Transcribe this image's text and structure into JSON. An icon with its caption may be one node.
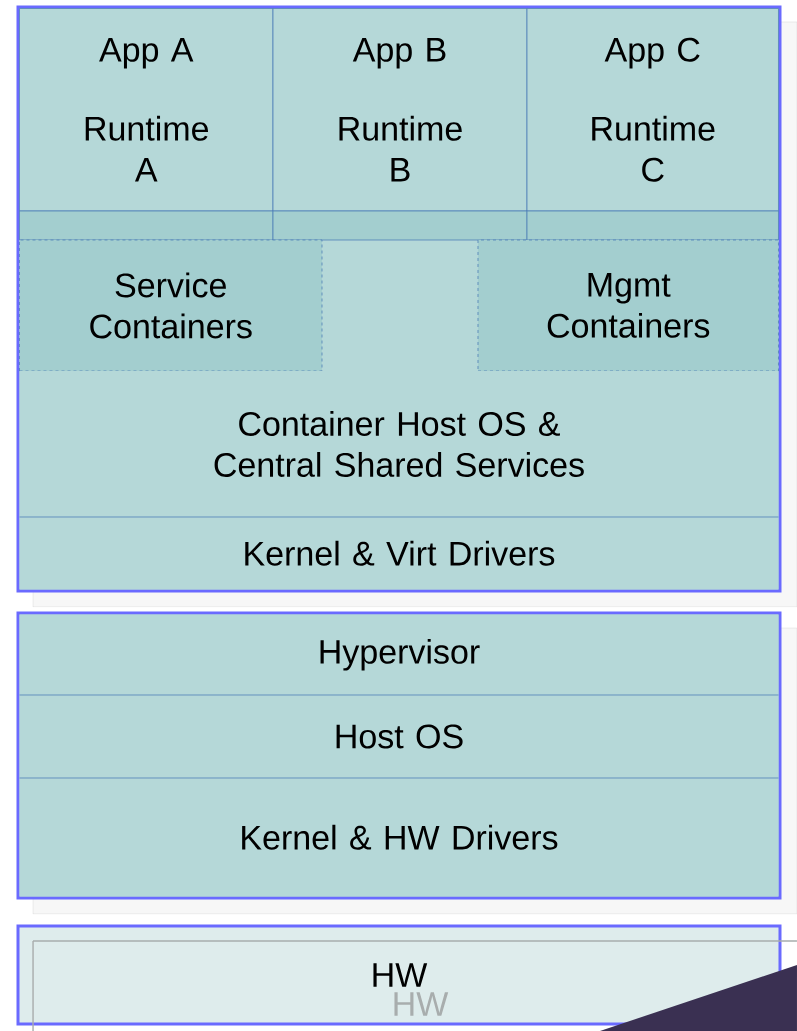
{
  "diagram": {
    "nodes": [
      {
        "text": [],
        "shape": "box"
      },
      {
        "text": [
          "App A",
          "Runtime A"
        ],
        "in": 0
      },
      {
        "text": [
          "App B",
          "Runtime B"
        ],
        "in": 0
      },
      {
        "text": [
          "App C",
          "Runtime C"
        ],
        "in": 0
      },
      {
        "text": [],
        "shape": "box",
        "in": 0
      },
      {
        "text": [],
        "shape": "box",
        "in": 0
      },
      {
        "text": [],
        "shape": "box",
        "in": 0
      },
      {
        "text": [
          "Service Containers"
        ],
        "in": 0
      },
      {
        "text": [
          "Mgmt Containers"
        ],
        "in": 0
      },
      {
        "text": [
          "Container Host OS & Central Shared Services"
        ],
        "in": 0
      },
      {
        "text": [
          "Kernel & Virt Drivers"
        ],
        "in": 0
      },
      {
        "text": [],
        "shape": "box"
      },
      {
        "text": [
          "Hypervisor"
        ],
        "in": 11
      },
      {
        "text": [
          "Host OS"
        ],
        "in": 11
      },
      {
        "text": [
          "Kernel & HW Drivers"
        ],
        "in": 11
      },
      {
        "text": [
          "HW"
        ]
      }
    ],
    "labels": [
      "HW"
    ]
  }
}
